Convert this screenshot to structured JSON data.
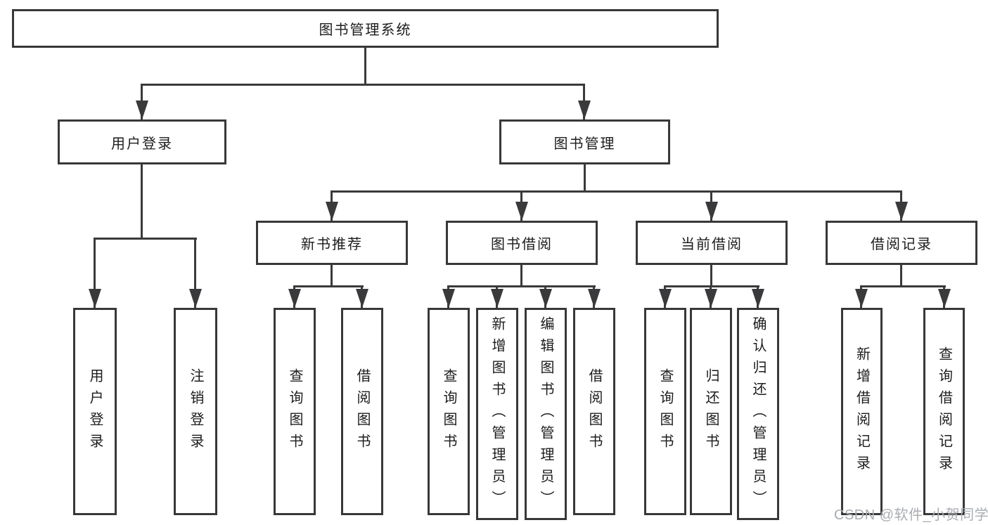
{
  "tree": {
    "label": "图书管理系统",
    "children": [
      {
        "label": "用户登录",
        "children": [
          {
            "label": "用户登录"
          },
          {
            "label": "注销登录"
          }
        ]
      },
      {
        "label": "图书管理",
        "children": [
          {
            "label": "新书推荐",
            "children": [
              {
                "label": "查询图书"
              },
              {
                "label": "借阅图书"
              }
            ]
          },
          {
            "label": "图书借阅",
            "children": [
              {
                "label": "查询图书"
              },
              {
                "label": "新增图书（管理员）"
              },
              {
                "label": "编辑图书（管理员）"
              },
              {
                "label": "借阅图书"
              }
            ]
          },
          {
            "label": "当前借阅",
            "children": [
              {
                "label": "查询图书"
              },
              {
                "label": "归还图书"
              },
              {
                "label": "确认归还（管理员）"
              }
            ]
          },
          {
            "label": "借阅记录",
            "children": [
              {
                "label": "新增借阅记录"
              },
              {
                "label": "查询借阅记录"
              }
            ]
          }
        ]
      }
    ]
  },
  "watermark": {
    "text": "CSDN @软件_小贺同学"
  },
  "colors": {
    "line": "#3a3a3c",
    "text": "#1c1c1e",
    "background": "#ffffff",
    "watermark": "#a9adb2"
  }
}
